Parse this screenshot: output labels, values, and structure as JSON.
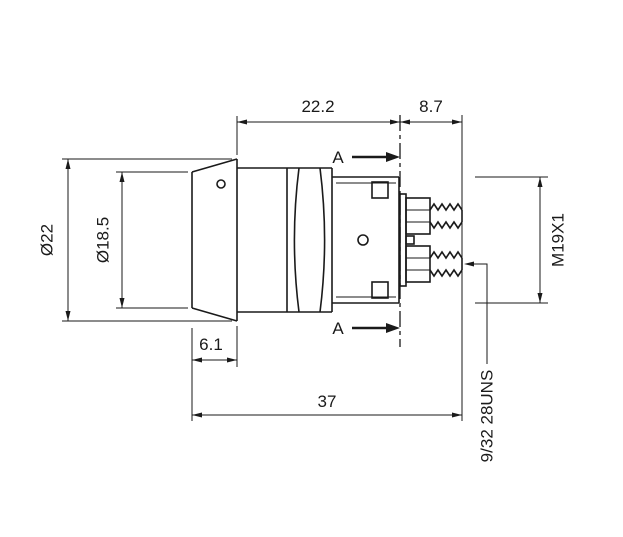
{
  "drawing": {
    "type": "engineering-dimension-drawing",
    "background": "#ffffff",
    "line_color": "#1a1a1a",
    "dimensions": {
      "body_length": "22.2",
      "rear_length": "8.7",
      "bezel_outer_diameter": "Ø22",
      "bezel_front_diameter": "Ø18.5",
      "bezel_depth": "6.1",
      "total_length": "37",
      "mounting_thread": "M19X1",
      "terminal_thread": "9/32 28UNS",
      "section_marker_top": "A",
      "section_marker_bottom": "A"
    }
  }
}
